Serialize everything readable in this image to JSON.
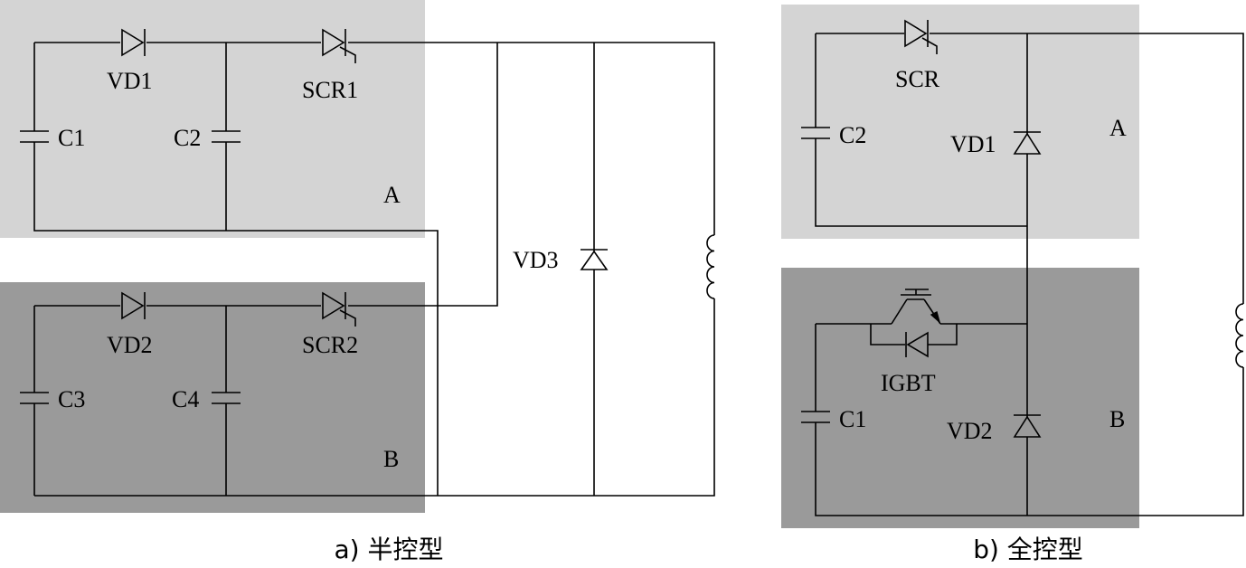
{
  "figure_a": {
    "caption": "a) 半控型",
    "region_a_label": "A",
    "region_b_label": "B",
    "labels": {
      "vd1": "VD1",
      "vd2": "VD2",
      "vd3": "VD3",
      "scr1": "SCR1",
      "scr2": "SCR2",
      "c1": "C1",
      "c2": "C2",
      "c3": "C3",
      "c4": "C4"
    }
  },
  "figure_b": {
    "caption": "b) 全控型",
    "region_a_label": "A",
    "region_b_label": "B",
    "labels": {
      "scr": "SCR",
      "c2": "C2",
      "c1": "C1",
      "vd1": "VD1",
      "vd2": "VD2",
      "igbt": "IGBT"
    }
  },
  "colors": {
    "region_a": "#d4d4d4",
    "region_b": "#9a9a9a",
    "wire": "#000000"
  }
}
